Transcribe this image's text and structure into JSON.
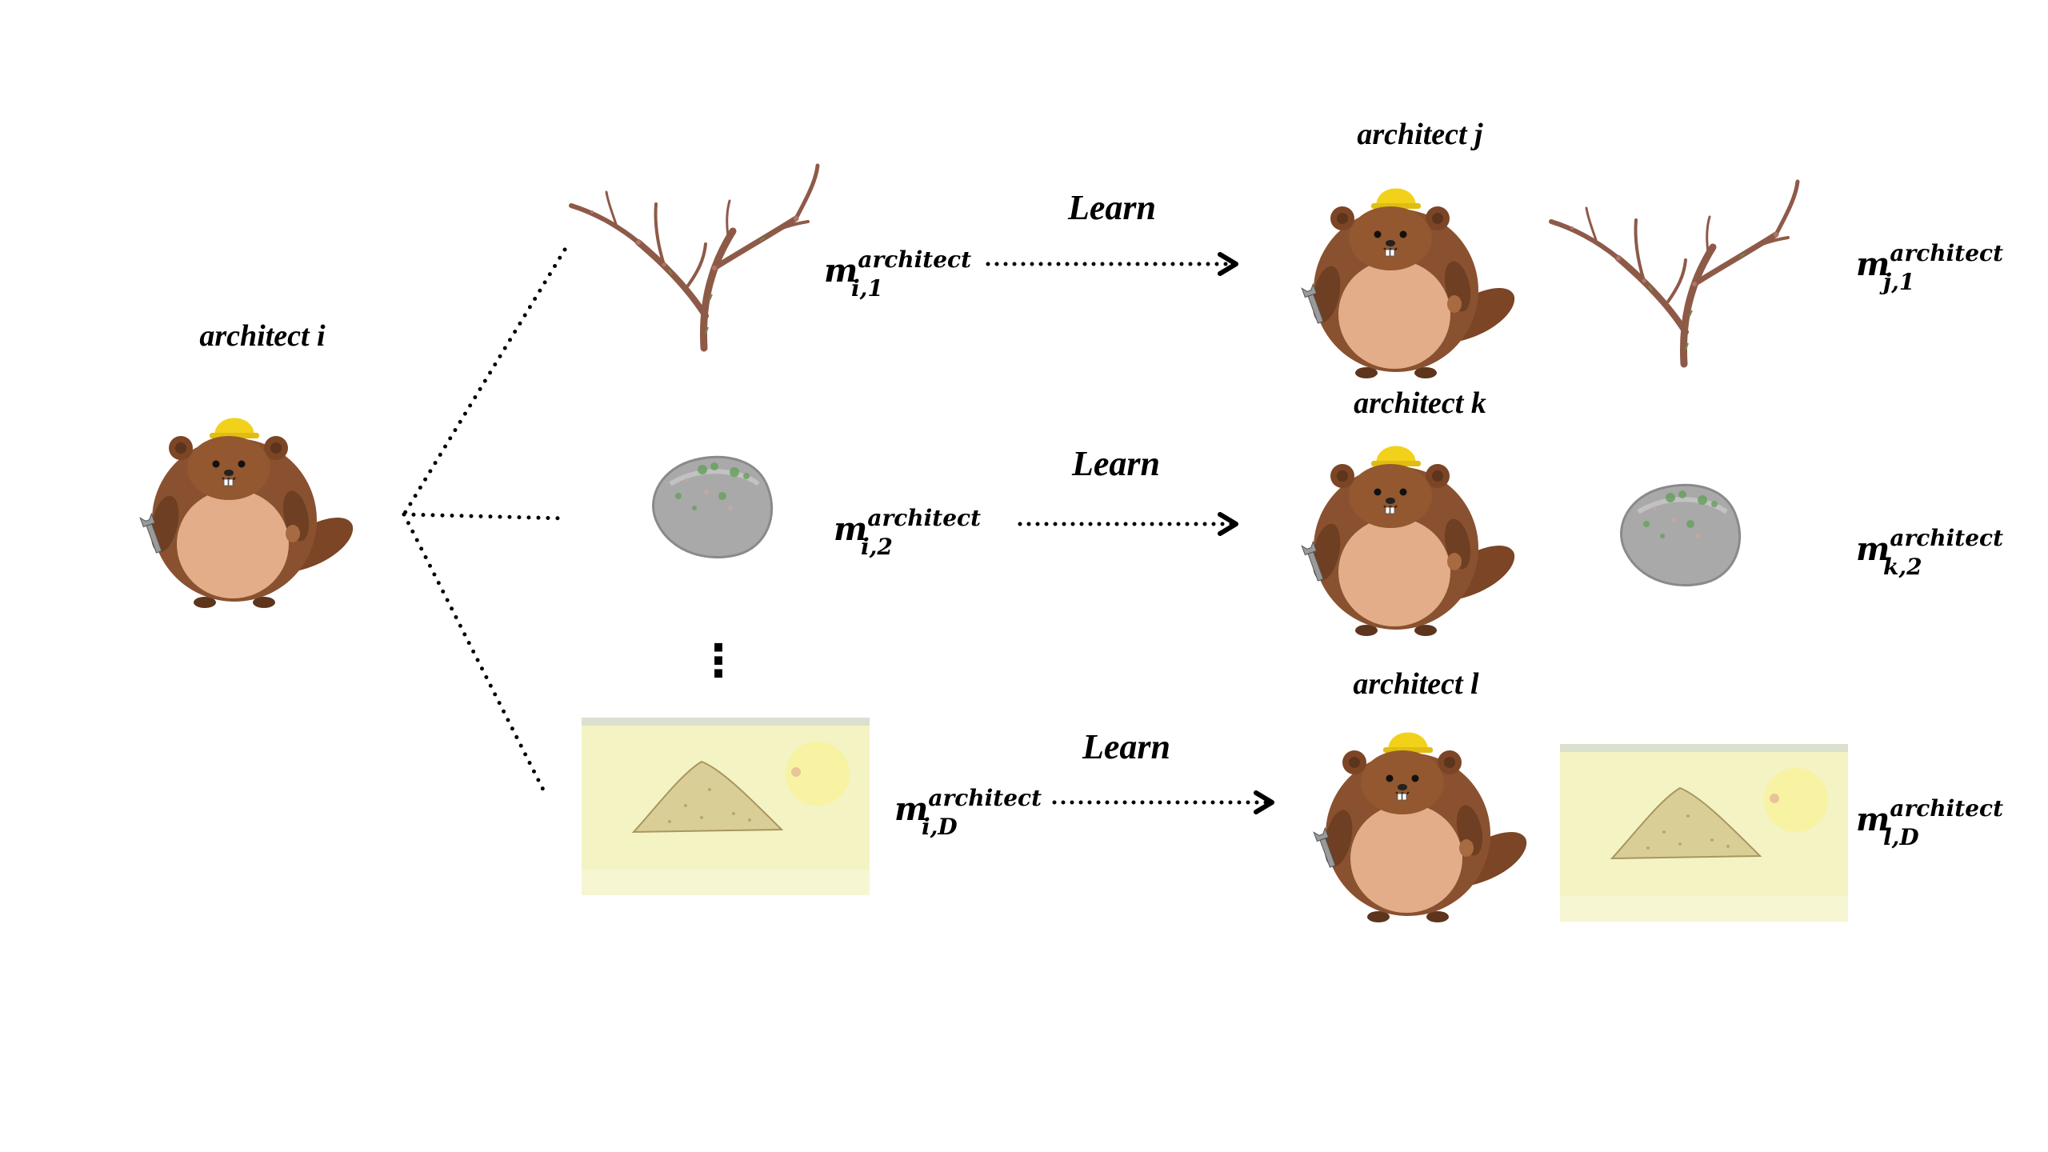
{
  "source": {
    "label": "architect i"
  },
  "rows": [
    {
      "material": "twig-branch",
      "message": {
        "base": "m",
        "sup": "architect",
        "sub": "i,1"
      },
      "action": "Learn",
      "target_label": "architect j",
      "target_message": {
        "base": "m",
        "sup": "architect",
        "sub": "j,1"
      }
    },
    {
      "material": "stone",
      "message": {
        "base": "m",
        "sup": "architect",
        "sub": "i,2"
      },
      "action": "Learn",
      "target_label": "architect k",
      "target_message": {
        "base": "m",
        "sup": "architect",
        "sub": "k,2"
      }
    },
    {
      "material": "sand-pile",
      "message": {
        "base": "m",
        "sup": "architect",
        "sub": "i,D"
      },
      "action": "Learn",
      "target_label": "architect l",
      "target_message": {
        "base": "m",
        "sup": "architect",
        "sub": "l,D"
      }
    }
  ],
  "ellipsis": "⋮",
  "colors": {
    "beaver_fur": "#8a5130",
    "beaver_fur_dark": "#6e3f22",
    "beaver_belly": "#e3ad89",
    "helmet": "#f2d11b",
    "branch": "#8e5a48",
    "stone": "#a9a9a9",
    "sand_background": "#f4f3c4",
    "sand_pile": "#d9cf96"
  }
}
